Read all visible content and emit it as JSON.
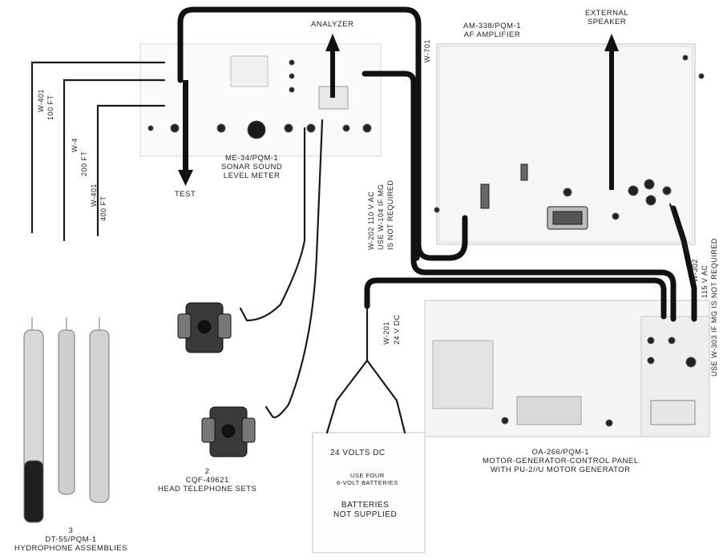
{
  "labels": {
    "analyzer": "ANALYZER",
    "test": "TEST",
    "external_speaker": [
      "EXTERNAL",
      "SPEAKER"
    ],
    "amplifier": [
      "AM-338/PQM-1",
      "AF AMPLIFIER"
    ],
    "meter": [
      "ME-34/PQM-1",
      "SONAR SOUND",
      "LEVEL METER"
    ],
    "headsets": [
      "2",
      "CQF-49621",
      "HEAD TELEPHONE SETS"
    ],
    "hydrophones": [
      "3",
      "DT-55/PQM-1",
      "HYDROPHONE ASSEMBLIES"
    ],
    "control_panel": [
      "OA-266/PQM-1",
      "MOTOR-GENERATOR-CONTROL PANEL",
      "WITH PU-2//U MOTOR GENERATOR"
    ],
    "battery_box": {
      "volts": "24 VOLTS DC",
      "use": [
        "USE FOUR",
        "6-VOLT BATTERIES"
      ],
      "supplied": [
        "BATTERIES",
        "NOT SUPPLIED"
      ]
    },
    "cable_w202": [
      "W-202   110 V AC",
      "USE W-104 IF MG",
      "IS NOT REQUIRED"
    ],
    "cable_w201": [
      "W-201",
      "24 V DC"
    ],
    "cable_w302": [
      "W-302",
      "115 V AC",
      "USE W-303 IF MG IS NOT REQUIRED"
    ],
    "cable_left": [
      "W-401",
      "W-4",
      "W-401"
    ],
    "cable_left_len": [
      "100 FT",
      "200 FT",
      "400 FT"
    ],
    "cable_top": "W-701"
  }
}
